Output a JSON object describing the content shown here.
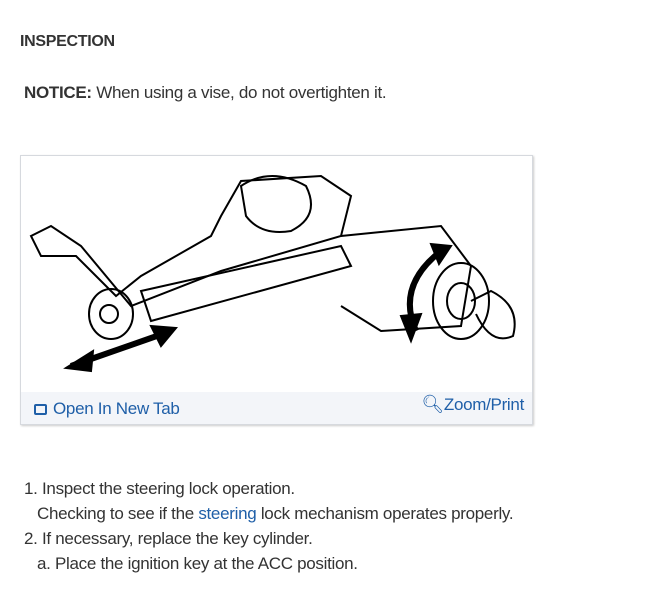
{
  "heading": "INSPECTION",
  "notice": {
    "label": "NOTICE:",
    "text": " When using a vise, do not overtighten it."
  },
  "figure": {
    "open_label": "Open In New Tab",
    "zoom_label": "Zoom/Print",
    "open_icon": "open-new-tab-icon",
    "zoom_icon": "zoom-in-icon"
  },
  "steps": [
    {
      "text": "1. Inspect the steering lock operation."
    },
    {
      "pre": "Checking to see if the ",
      "link": "steering",
      "post": " lock mechanism operates properly."
    },
    {
      "text": "2. If necessary, replace the key cylinder."
    },
    {
      "text": "a. Place the ignition key at the ACC position."
    }
  ],
  "colors": {
    "link": "#1f5fa8"
  }
}
